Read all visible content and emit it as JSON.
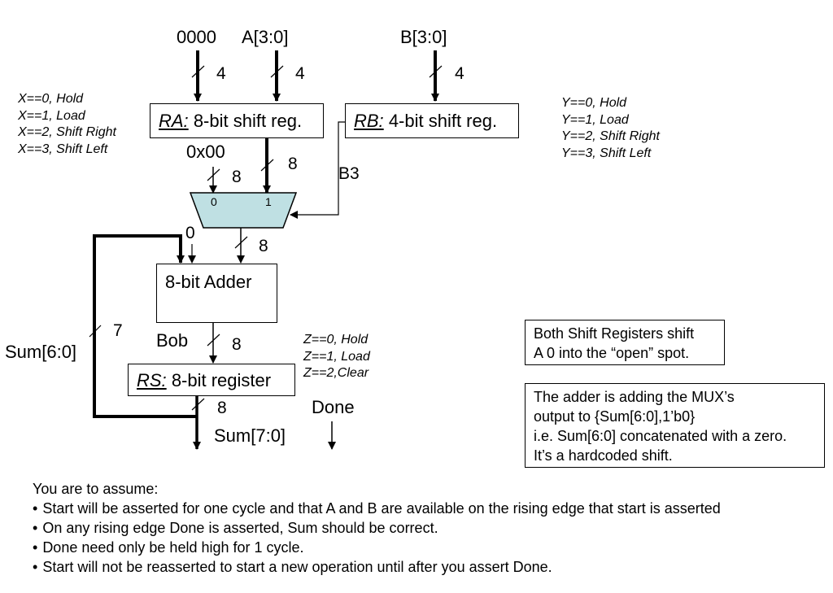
{
  "inputs": {
    "zeros": "0000",
    "a": "A[3:0]",
    "b": "B[3:0]",
    "zero_hex": "0x00",
    "zero_bit": "0"
  },
  "widths": {
    "zeros_w": "4",
    "a_w": "4",
    "b_w": "4",
    "ra_to_mux": "8",
    "hex_to_mux": "8",
    "mux_out": "8",
    "sum_fb": "7",
    "bob_w": "8",
    "rs_out": "8"
  },
  "ra": {
    "name": "RA:",
    "desc": "8-bit shift reg."
  },
  "rb": {
    "name": "RB:",
    "desc": "4-bit shift reg."
  },
  "rs": {
    "name": "RS:",
    "desc": "8-bit register"
  },
  "mux": {
    "in0": "0",
    "in1": "1"
  },
  "adder": {
    "label": "8-bit Adder"
  },
  "signals": {
    "b3": "B3",
    "bob": "Bob",
    "sum_fb": "Sum[6:0]",
    "sum_out": "Sum[7:0]",
    "done": "Done"
  },
  "controls": {
    "x": [
      "X==0, Hold",
      "X==1, Load",
      "X==2, Shift Right",
      "X==3, Shift Left"
    ],
    "y": [
      "Y==0, Hold",
      "Y==1, Load",
      "Y==2, Shift Right",
      "Y==3, Shift Left"
    ],
    "z": [
      "Z==0, Hold",
      "Z==1, Load",
      "Z==2,Clear"
    ]
  },
  "notes": {
    "shift": [
      "Both Shift Registers shift",
      "A 0 into the “open” spot."
    ],
    "adder": [
      "The adder is adding the MUX’s",
      "output to {Sum[6:0],1’b0}",
      "i.e. Sum[6:0] concatenated with a zero.",
      "It’s a hardcoded shift."
    ]
  },
  "assumptions": {
    "heading": "You are to assume:",
    "items": [
      "Start will be asserted for one cycle and that A and B are available on the rising edge that start is asserted",
      "On any rising edge Done is asserted, Sum should be correct.",
      "Done need only be held high for 1 cycle.",
      "Start will not be reasserted to start a new operation until after you assert Done."
    ]
  },
  "colors": {
    "mux_fill": "#bfe0e3",
    "line": "#000000"
  }
}
